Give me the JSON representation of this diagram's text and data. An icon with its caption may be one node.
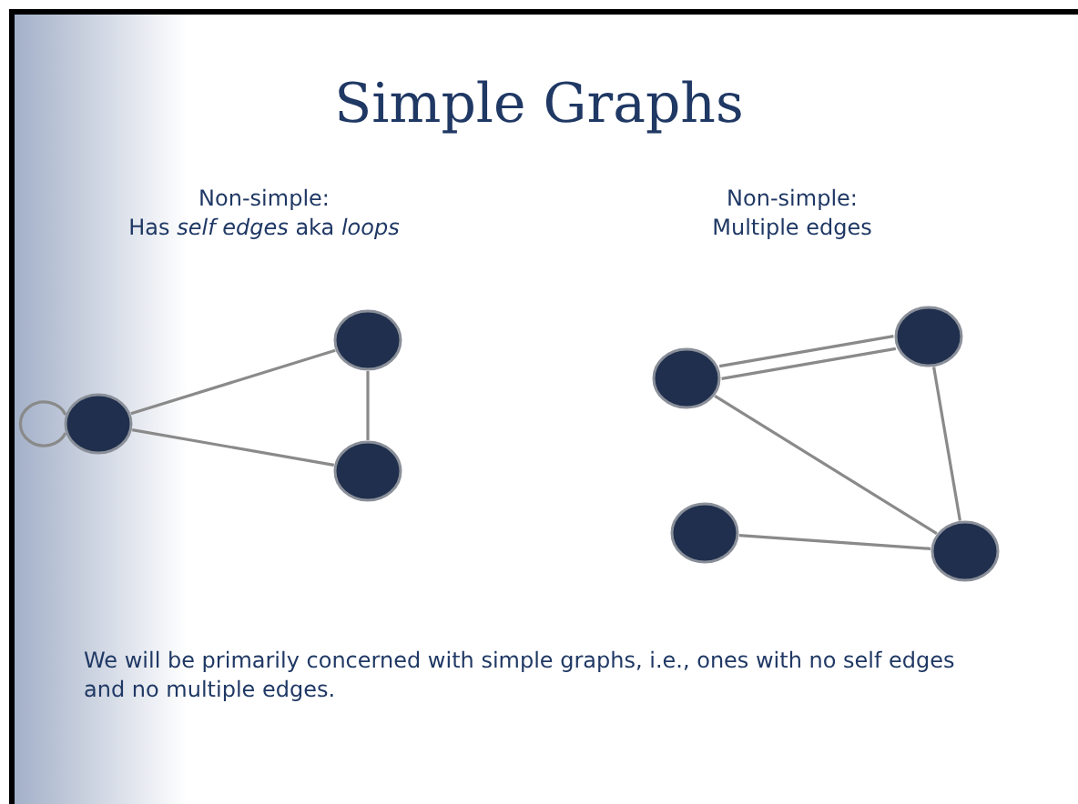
{
  "diagram": {
    "title": "Simple Graphs",
    "nodes": [
      {
        "text": [],
        "shape": "circle"
      },
      {
        "text": [],
        "shape": "circle"
      },
      {
        "text": [],
        "shape": "circle"
      },
      {
        "text": [],
        "shape": "circle"
      },
      {
        "text": [],
        "shape": "circle"
      },
      {
        "text": [],
        "shape": "circle"
      },
      {
        "text": [],
        "shape": "circle"
      }
    ],
    "edges": [
      {
        "from": 0,
        "to": 0,
        "arrow": "none"
      },
      {
        "from": 0,
        "to": 1,
        "arrow": "none"
      },
      {
        "from": 1,
        "to": 2,
        "arrow": "none"
      },
      {
        "from": 0,
        "to": 2,
        "arrow": "none"
      },
      {
        "from": 3,
        "to": 4,
        "arrow": "none"
      },
      {
        "from": 3,
        "to": 4,
        "arrow": "none"
      },
      {
        "from": 3,
        "to": 6,
        "arrow": "none"
      },
      {
        "from": 4,
        "to": 6,
        "arrow": "none"
      },
      {
        "from": 5,
        "to": 6,
        "arrow": "none"
      }
    ],
    "labels": [
      "Non-simple:",
      "Has *self edges* aka *loops*",
      "Non-simple:",
      "Multiple edges",
      "We will be primarily concerned with simple graphs, i.e., ones with no self edges and no multiple edges."
    ]
  }
}
